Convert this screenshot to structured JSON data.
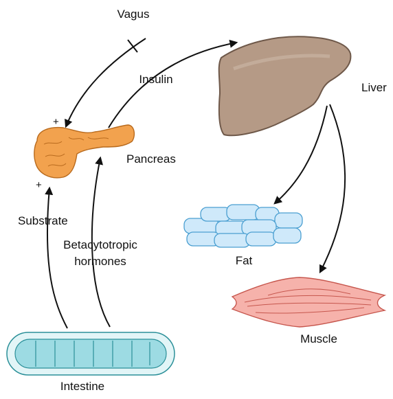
{
  "labels": {
    "vagus": "Vagus",
    "insulin": "Insulin",
    "liver": "Liver",
    "pancreas": "Pancreas",
    "fat": "Fat",
    "muscle": "Muscle",
    "intestine": "Intestine",
    "substrate": "Substrate",
    "betacytotropic_line1": "Betacytotropic",
    "betacytotropic_line2": "hormones",
    "plus_top": "+",
    "plus_bottom": "+"
  },
  "colors": {
    "liver": "#b59a86",
    "liver_outline": "#6e5849",
    "pancreas": "#f2a24e",
    "fat": "#cfe9fa",
    "muscle": "#f6b2ab",
    "intestine": "#9ddbe3",
    "intestine_outer": "#e2f5f7"
  }
}
